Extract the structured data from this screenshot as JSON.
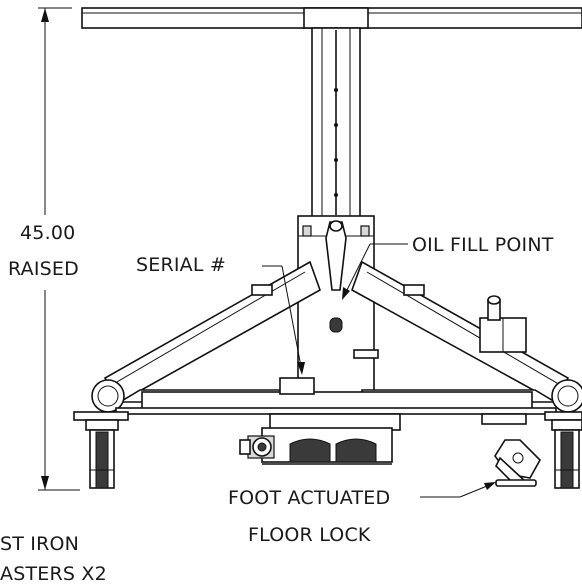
{
  "labels": {
    "height_value": "45.00",
    "height_state": "RAISED",
    "serial": "SERIAL #",
    "oil_fill": "OIL FILL POINT",
    "foot_lock_line1": "FOOT ACTUATED",
    "foot_lock_line2": "FLOOR LOCK",
    "casters_line1": "ST IRON",
    "casters_line2": "ASTERS X2"
  }
}
